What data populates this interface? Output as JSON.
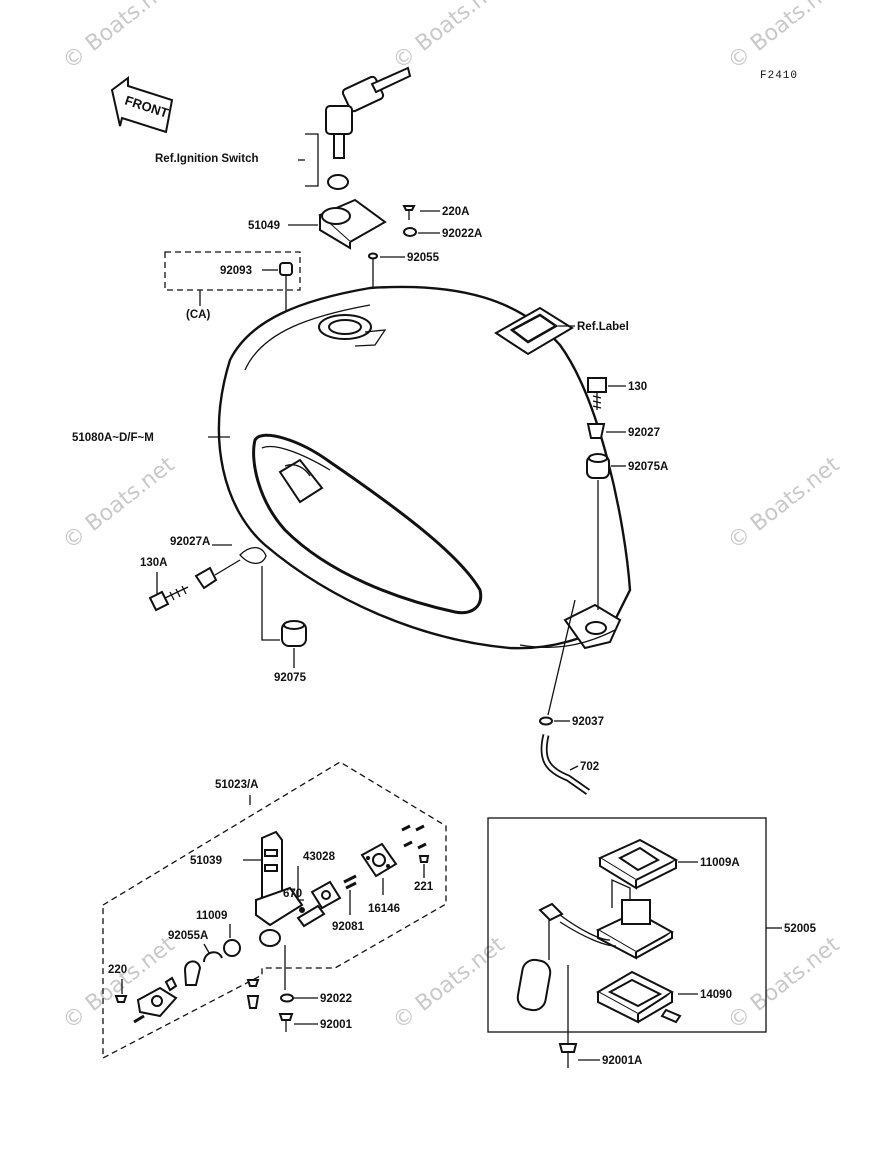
{
  "figure_code": "F2410",
  "front_arrow_label": "FRONT",
  "watermark": "© Boats.net",
  "labels": {
    "ignition_switch": "Ref.Ignition Switch",
    "p51049": "51049",
    "p220A": "220A",
    "p92022A": "92022A",
    "p92055": "92055",
    "p92093": "92093",
    "ca": "(CA)",
    "ref_label": "Ref.Label",
    "p130": "130",
    "p92027": "92027",
    "p92075A": "92075A",
    "p51080": "51080A~D/F~M",
    "p92027A": "92027A",
    "p130A": "130A",
    "p92075": "92075",
    "p92037": "92037",
    "p702": "702",
    "p51023": "51023/A",
    "p51039": "51039",
    "p43028": "43028",
    "p670": "670",
    "p221": "221",
    "p16146": "16146",
    "p92081": "92081",
    "p11009": "11009",
    "p92055A": "92055A",
    "p220": "220",
    "p92022": "92022",
    "p92001": "92001",
    "p11009A": "11009A",
    "p52005": "52005",
    "p14090": "14090",
    "p92001A": "92001A"
  }
}
